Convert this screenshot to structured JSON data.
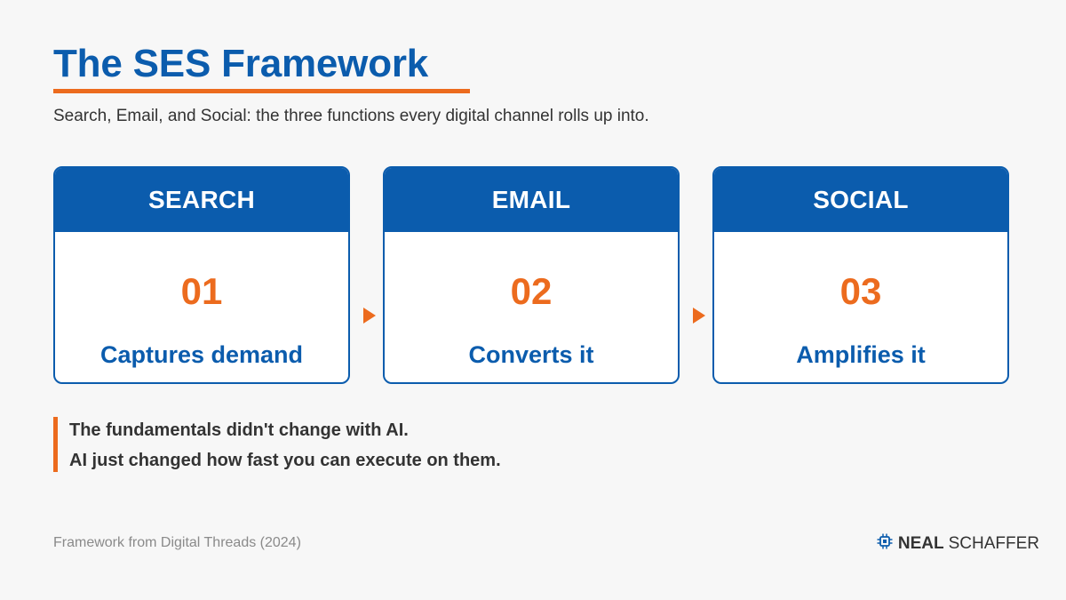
{
  "header": {
    "title": "The SES Framework",
    "subtitle": "Search, Email, and Social: the three functions every digital channel rolls up into."
  },
  "cards": [
    {
      "label": "SEARCH",
      "number": "01",
      "description": "Captures demand"
    },
    {
      "label": "EMAIL",
      "number": "02",
      "description": "Converts it"
    },
    {
      "label": "SOCIAL",
      "number": "03",
      "description": "Amplifies it"
    }
  ],
  "quote": {
    "line1": "The fundamentals didn't change with AI.",
    "line2": "AI just changed how fast you can execute on them."
  },
  "footer": {
    "source": "Framework from Digital Threads (2024)",
    "brand_first": "NEAL",
    "brand_last": "SCHAFFER",
    "brand_icon": "chip-icon"
  },
  "colors": {
    "primary_blue": "#0b5cad",
    "accent_orange": "#ec6b1e",
    "background": "#f7f7f7",
    "text_dark": "#333333",
    "text_muted": "#8a8a8a"
  }
}
